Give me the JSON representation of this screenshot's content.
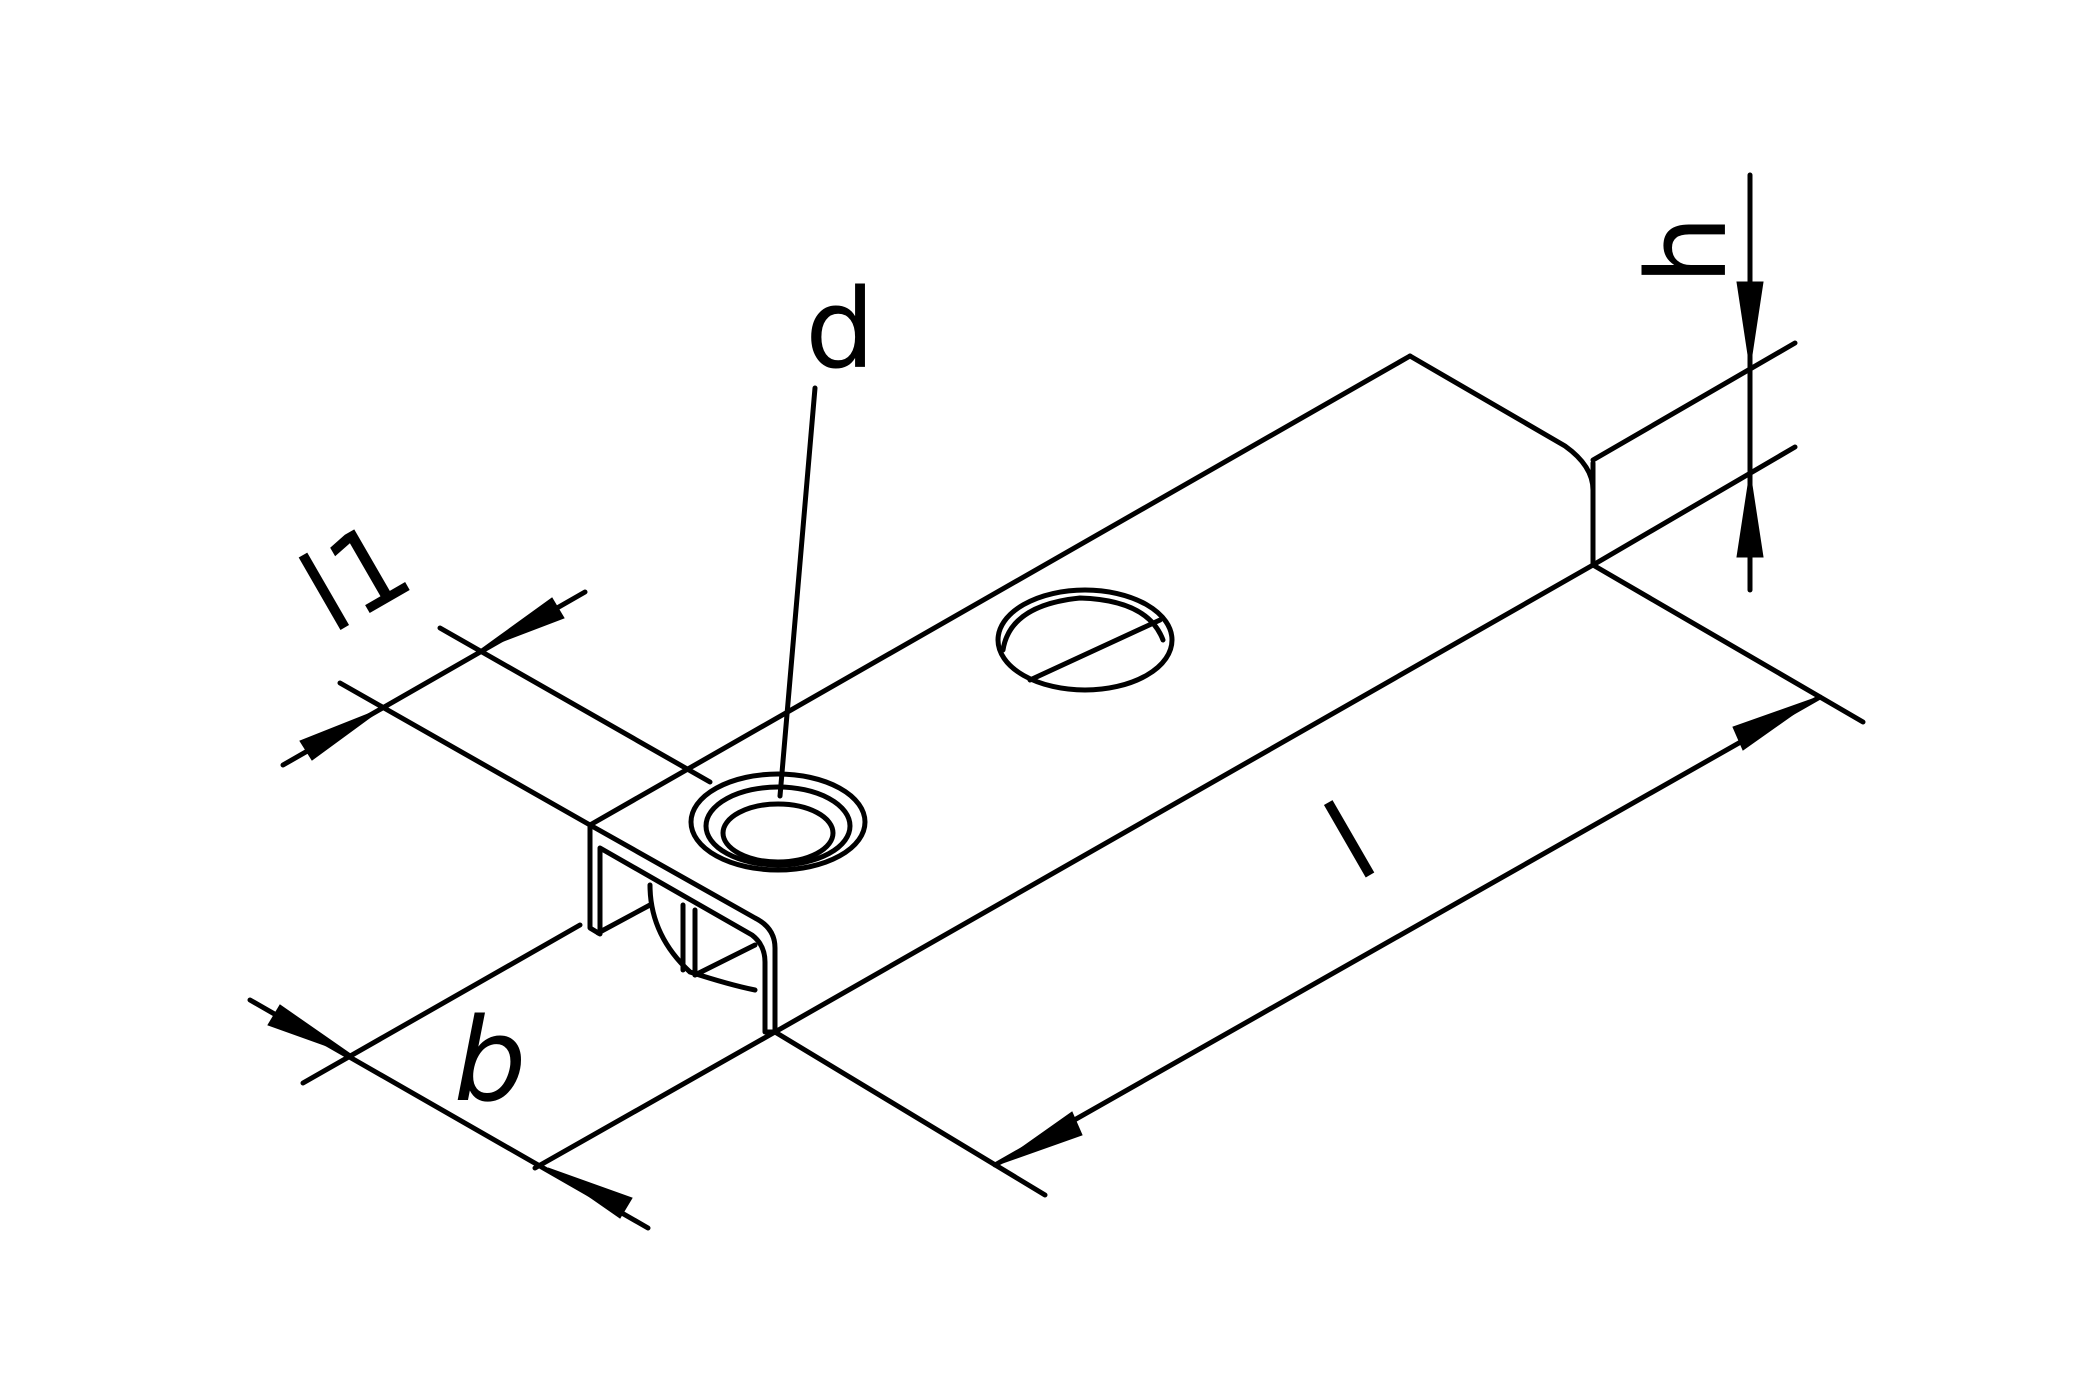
{
  "diagram": {
    "labels": {
      "d": "d",
      "h": "h",
      "l": "l",
      "b": "b",
      "l1": "l1"
    },
    "colors": {
      "stroke": "#000000",
      "background": "#ffffff"
    }
  }
}
